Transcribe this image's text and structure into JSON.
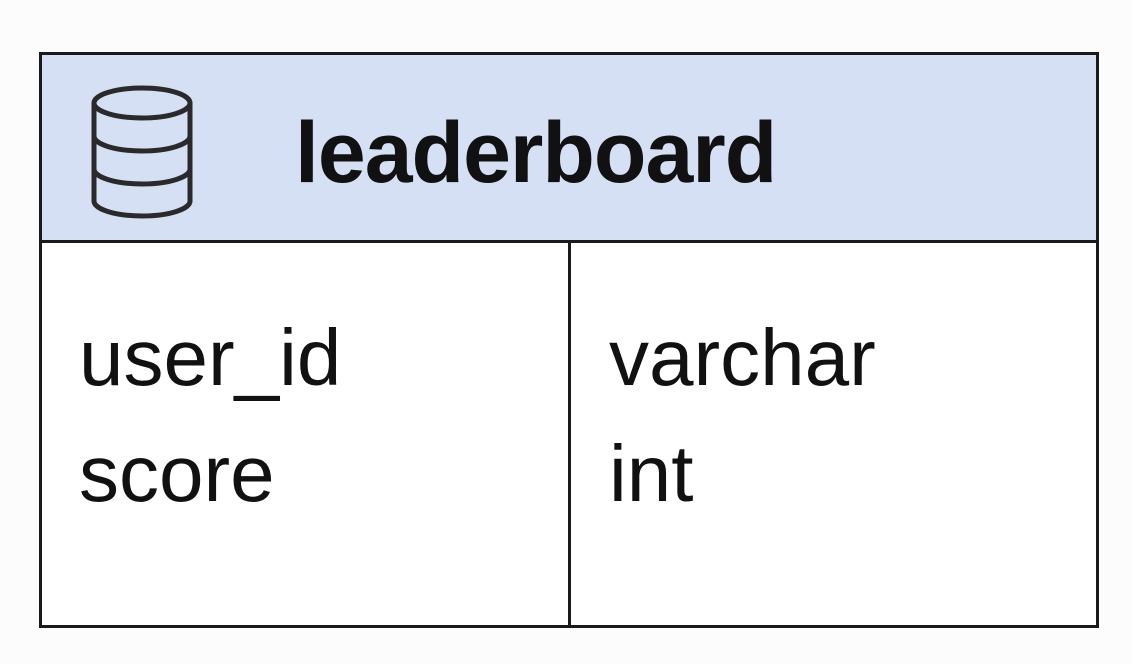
{
  "entity": {
    "title": "leaderboard",
    "icon": "database-icon",
    "header_color": "#d6e0f5",
    "fields": [
      {
        "name": "user_id",
        "type": "varchar"
      },
      {
        "name": "score",
        "type": "int"
      }
    ]
  }
}
